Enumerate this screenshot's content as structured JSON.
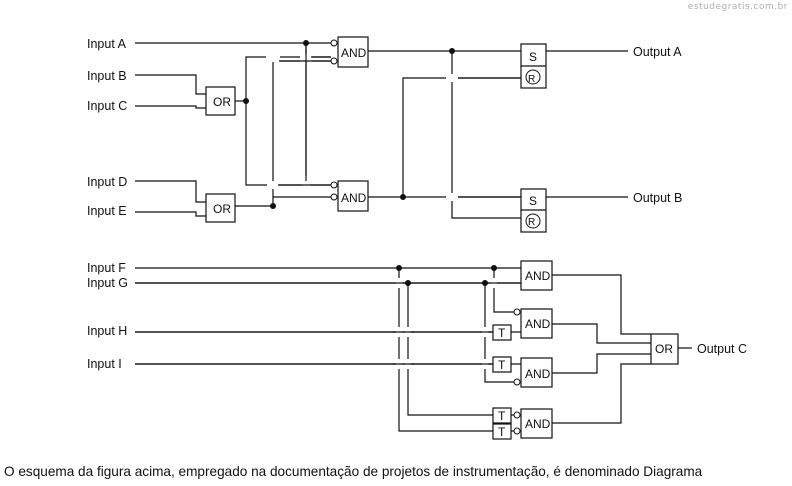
{
  "watermark": "estudegratis.com.br",
  "inputs": {
    "a": "Input A",
    "b": "Input B",
    "c": "Input C",
    "d": "Input D",
    "e": "Input E",
    "f": "Input F",
    "g": "Input G",
    "h": "Input H",
    "i": "Input I"
  },
  "outputs": {
    "a": "Output A",
    "b": "Output B",
    "c": "Output C"
  },
  "gates": {
    "and_label": "AND",
    "or_label": "OR",
    "set_label": "S",
    "reset_label": "R",
    "timer_label": "T"
  },
  "caption": "O esquema da figura acima, empregado na documentação de projetos de instrumentação, é denominado Diagrama"
}
